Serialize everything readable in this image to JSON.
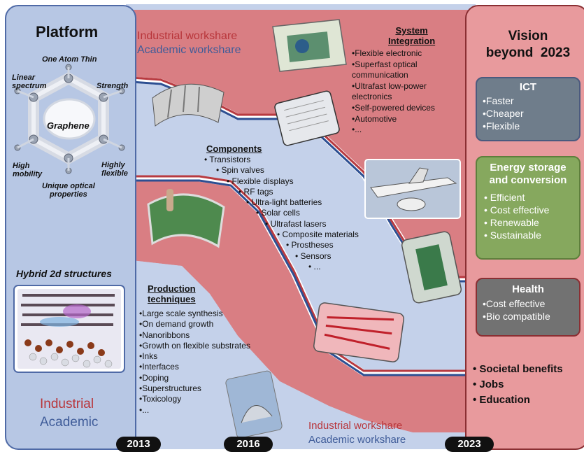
{
  "platform": {
    "title": "Platform",
    "center": "Graphene",
    "properties": {
      "one_atom": "One Atom Thin",
      "linear": "Linear\nspectrum",
      "strength": "Strength",
      "mobility": "High\nmobility",
      "flexible": "Highly\nflexible",
      "optical": "Unique optical\nproperties"
    },
    "hybrid": "Hybrid 2d structures",
    "legend_industrial": "Industrial",
    "legend_academic": "Academic"
  },
  "workshare": {
    "industrial_top": "Industrial workshare",
    "academic_top": "Academic workshare",
    "industrial_bottom": "Industrial workshare",
    "academic_bottom": "Academic workshare"
  },
  "components": {
    "title": "Components",
    "items": [
      "• Transistors",
      "• Spin valves",
      "• Flexible displays",
      "• RF tags",
      "• Ultra-light batteries",
      "• Solar cells",
      "• Ultrafast lasers",
      "• Composite materials",
      "• Prostheses",
      "• Sensors",
      "• ..."
    ]
  },
  "production": {
    "title": "Production\ntechniques",
    "items": [
      "•Large scale synthesis",
      "•On demand growth",
      "•Nanoribbons",
      "•Growth on flexible substrates",
      "•Inks",
      "•Interfaces",
      "•Doping",
      "•Superstructures",
      "•Toxicology",
      "•..."
    ]
  },
  "system": {
    "title": "System\nIntegration",
    "items": [
      "•Flexible electronic",
      "•Superfast optical",
      "communication",
      "•Ultrafast low-power",
      "electronics",
      "•Self-powered devices",
      "•Automotive",
      "•..."
    ]
  },
  "vision": {
    "title": "Vision\nbeyond  2023",
    "ict": {
      "title": "ICT",
      "items": [
        "•Faster",
        "•Cheaper",
        "•Flexible"
      ]
    },
    "energy": {
      "title": "Energy storage\nand conversion",
      "items": [
        "•  Efficient",
        "•  Cost effective",
        "•  Renewable",
        "•  Sustainable"
      ]
    },
    "health": {
      "title": "Health",
      "items": [
        "•Cost effective",
        "•Bio compatible"
      ]
    },
    "benefits": [
      "•  Societal benefits",
      "•  Jobs",
      "•  Education"
    ]
  },
  "years": [
    "2013",
    "2016",
    "2023"
  ],
  "colors": {
    "platform_bg": "#b5c5e3",
    "industrial_red": "#d8787d",
    "academic_blue": "#bccbe6",
    "vision_bg": "#e79b9d",
    "ict_box": "#6e7c8a",
    "energy_box": "#84a75d",
    "health_box": "#707070"
  }
}
